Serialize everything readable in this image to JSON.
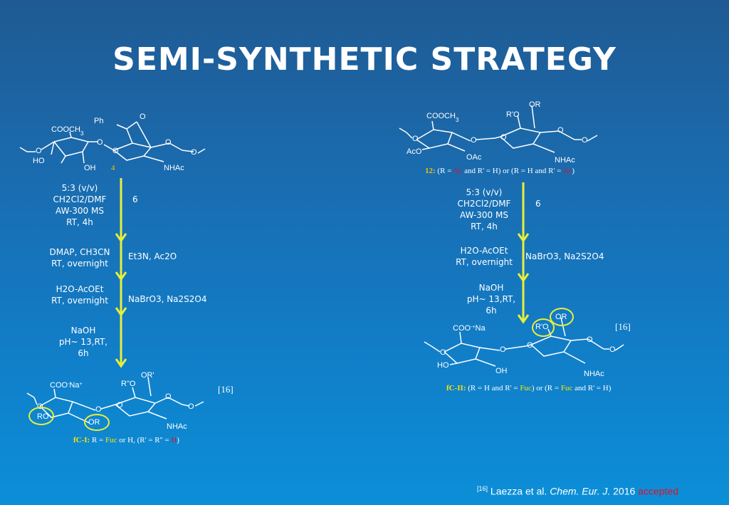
{
  "title": "SEMI-SYNTHETIC STRATEGY",
  "colors": {
    "arrow": "#e8ef3a",
    "fuc": "#ffe400",
    "red": "#e0102a",
    "compound_number": "#f2c300"
  },
  "left": {
    "start_labels": {
      "ph": "Ph",
      "cooch3": "COOCH",
      "sub3": "3",
      "ho": "HO",
      "oh": "OH",
      "nhac": "NHAc",
      "o": "O",
      "compound": "4"
    },
    "steps": [
      {
        "lines": [
          "5:3 (v/v)",
          "CH2Cl2/DMF",
          "AW-300 MS",
          "RT, 4h"
        ],
        "reagent": "6"
      },
      {
        "lines": [
          "DMAP, CH3CN",
          "RT, overnight"
        ],
        "reagent": "Et3N, Ac2O"
      },
      {
        "lines": [
          "H2O-AcOEt",
          "RT, overnight"
        ],
        "reagent": "NaBrO3, Na2S2O4"
      },
      {
        "lines": [
          "NaOH",
          "pH~ 13,RT,",
          "6h"
        ],
        "reagent": ""
      }
    ],
    "product_labels": {
      "coo": "COO",
      "na": "Na",
      "ro": "RO",
      "or": "OR",
      "r2o": "R\"O",
      "r1": "OR'",
      "nhac": "NHAc",
      "o": "O"
    },
    "ref": "[16]",
    "caption": {
      "id": "fC-I:",
      "t1": " R = ",
      "fuc": "Fuc",
      "t2": " or H, (R' = R'' = ",
      "h": "H",
      "t3": ")"
    }
  },
  "right": {
    "start_labels": {
      "or": "OR",
      "r1o": "R'O",
      "cooch3": "COOCH",
      "sub3": "3",
      "aco": "AcO",
      "oac": "OAc",
      "nhac": "NHAc",
      "o": "O"
    },
    "caption12": {
      "num": "12:",
      "t1": " (R = ",
      "ac1": "Ac",
      "t2": " and R' = H) or (R = H and R' = ",
      "ac2": "Ac",
      "t3": ")"
    },
    "steps": [
      {
        "lines": [
          "5:3 (v/v)",
          "CH2Cl2/DMF",
          "AW-300 MS",
          "RT, 4h"
        ],
        "reagent": "6"
      },
      {
        "lines": [
          "H2O-AcOEt",
          "RT, overnight"
        ],
        "reagent": "NaBrO3, Na2S2O4"
      },
      {
        "lines": [
          "NaOH",
          "pH~ 13,RT,",
          "6h"
        ],
        "reagent": ""
      }
    ],
    "product_labels": {
      "coo": "COO",
      "na": "Na",
      "ho": "HO",
      "oh": "OH",
      "r1o": "R'O",
      "or": "OR",
      "nhac": "NHAc",
      "o": "O"
    },
    "ref": "[16]",
    "caption": {
      "id": "fC-II:",
      "t1": " (R = H and R' = ",
      "fuc1": "Fuc",
      "t2": ") or (R = ",
      "fuc2": "Fuc",
      "t3": " and R' = H)"
    }
  },
  "citation": {
    "sup": "[16]",
    "authors": " Laezza et al. ",
    "journal": "Chem. Eur. J.",
    "year": " 2016 ",
    "status": "accepted"
  }
}
